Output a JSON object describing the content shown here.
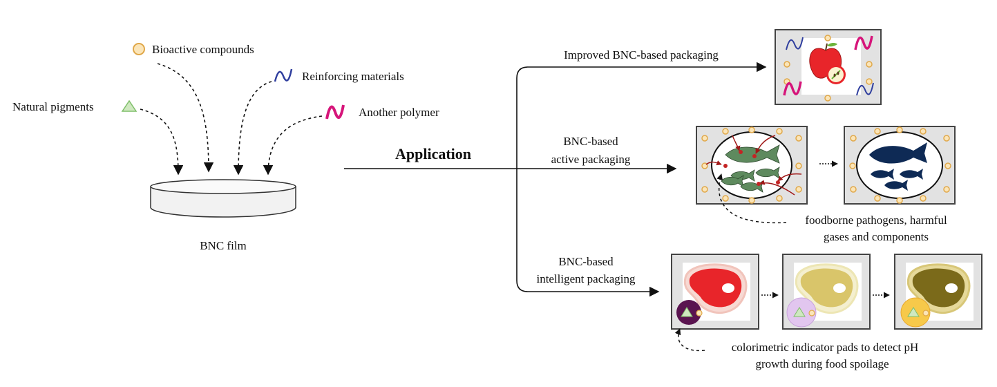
{
  "inputs": {
    "bioactive": "Bioactive compounds",
    "reinforcing": "Reinforcing materials",
    "pigments": "Natural pigments",
    "polymer": "Another polymer"
  },
  "film": {
    "label": "BNC film"
  },
  "application": "Application",
  "branches": {
    "improved": "Improved BNC-based packaging",
    "active_line1": "BNC-based",
    "active_line2": "active packaging",
    "intelligent_line1": "BNC-based",
    "intelligent_line2": "intelligent packaging"
  },
  "notes": {
    "pathogens_line1": "foodborne pathogens, harmful",
    "pathogens_line2": "gases and components",
    "indicator_line1": "colorimetric indicator pads to detect pH",
    "indicator_line2": "growth during food spoilage"
  },
  "colors": {
    "bioactive": "#e8b84a",
    "reinforcing": "#2f3e9e",
    "pigment": "#7fbf6a",
    "polymer": "#d6157a",
    "fish_fresh": "#5e8a5e",
    "fish_clean": "#0e2a55",
    "meat_fresh": "#e8252a",
    "meat_mid": "#d9c56a",
    "meat_spoiled": "#7b6a1a",
    "pad_fresh": "#5a1450",
    "pad_mid": "#d9b3e6",
    "pad_spoiled": "#f2c447"
  }
}
